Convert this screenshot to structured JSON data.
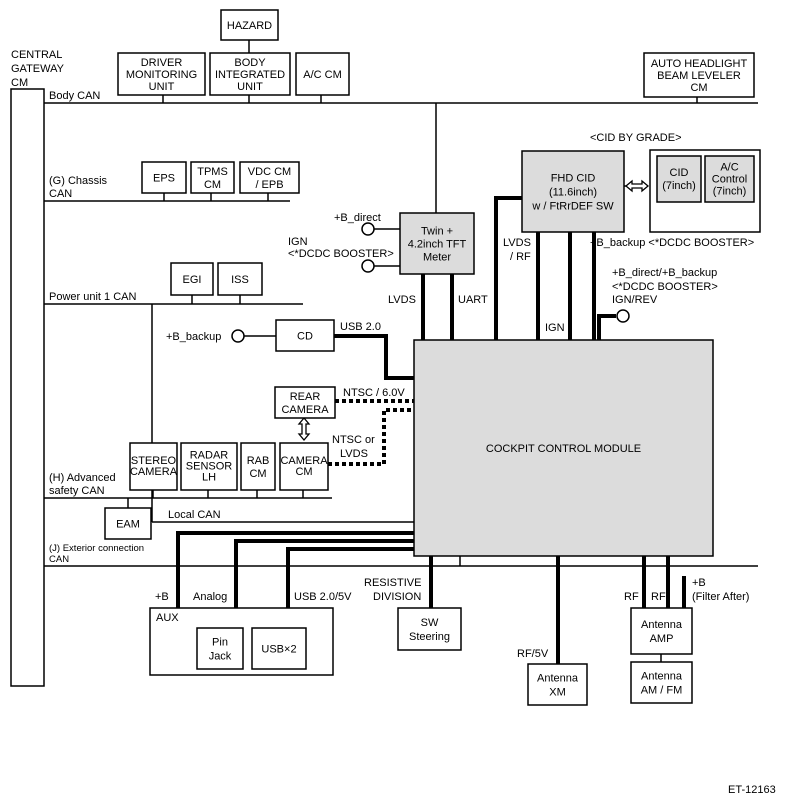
{
  "gateway": {
    "label": [
      "CENTRAL",
      "GATEWAY",
      "CM"
    ]
  },
  "buses": {
    "body_can": "Body CAN",
    "chassis_can": [
      "(G) Chassis",
      "CAN"
    ],
    "power_unit_can": "Power unit 1 CAN",
    "advanced_safety_can": [
      "(H) Advanced",
      "safety CAN"
    ],
    "exterior_can": [
      "(J) Exterior connection",
      "CAN"
    ],
    "local_can": "Local CAN"
  },
  "modules": {
    "hazard": [
      "HAZARD"
    ],
    "driver_monitoring": [
      "DRIVER",
      "MONITORING",
      "UNIT"
    ],
    "body_integrated": [
      "BODY",
      "INTEGRATED",
      "UNIT"
    ],
    "ac_cm": [
      "A/C CM"
    ],
    "auto_headlight": [
      "AUTO HEADLIGHT",
      "BEAM LEVELER",
      "CM"
    ],
    "eps": [
      "EPS"
    ],
    "tpms": [
      "TPMS",
      "CM"
    ],
    "vdc": [
      "VDC CM",
      "/ EPB"
    ],
    "meter": [
      "Twin +",
      "4.2inch TFT",
      "Meter"
    ],
    "fhd_cid": [
      "FHD CID",
      "(11.6inch)",
      "w / FtRrDEF SW"
    ],
    "cid_7": [
      "CID",
      "(7inch)"
    ],
    "ac_control": [
      "A/C",
      "Control",
      "(7inch)"
    ],
    "egi": [
      "EGI"
    ],
    "iss": [
      "ISS"
    ],
    "cd": [
      "CD"
    ],
    "rear_camera": [
      "REAR",
      "CAMERA"
    ],
    "stereo_camera": [
      "STEREO",
      "CAMERA"
    ],
    "radar_sensor": [
      "RADAR",
      "SENSOR",
      "LH"
    ],
    "rab_cm": [
      "RAB",
      "CM"
    ],
    "camera_cm": [
      "CAMERA",
      "CM"
    ],
    "eam": [
      "EAM"
    ],
    "cockpit": [
      "COCKPIT CONTROL MODULE"
    ],
    "aux": [
      "AUX"
    ],
    "pin_jack": [
      "Pin",
      "Jack"
    ],
    "usb_x2": [
      "USB×2"
    ],
    "sw_steering": [
      "SW",
      "Steering"
    ],
    "antenna_xm": [
      "Antenna",
      "XM"
    ],
    "antenna_amp": [
      "Antenna",
      "AMP"
    ],
    "antenna_amfm": [
      "Antenna",
      "AM / FM"
    ]
  },
  "labels": {
    "cid_by_grade": "<CID BY GRADE>",
    "b_direct": "+B_direct",
    "ign_dcdc": [
      "IGN",
      "<*DCDC BOOSTER>"
    ],
    "lvds": "LVDS",
    "uart": "UART",
    "lvds_rf": [
      "LVDS",
      "/ RF"
    ],
    "b_backup_dcdc": "+B_backup <*DCDC BOOSTER>",
    "b_direct_backup": [
      "+B_direct/+B_backup",
      "<*DCDC BOOSTER>",
      "IGN/REV"
    ],
    "ign": "IGN",
    "b_backup": "+B_backup",
    "usb20": "USB 2.0",
    "ntsc60": "NTSC / 6.0V",
    "ntsc_or_lvds": [
      "NTSC or",
      "LVDS"
    ],
    "plus_b": "+B",
    "analog": "Analog",
    "usb205v": "USB 2.0/5V",
    "resistive": [
      "RESISTIVE",
      "DIVISION"
    ],
    "rf5v": "RF/5V",
    "rf1": "RF",
    "rf2": "RF",
    "b_filter": [
      "+B",
      "(Filter After)"
    ],
    "code": "ET-12163"
  },
  "colors": {
    "module_fill": "#dcdcdc",
    "line": "#000000",
    "background": "#ffffff"
  }
}
